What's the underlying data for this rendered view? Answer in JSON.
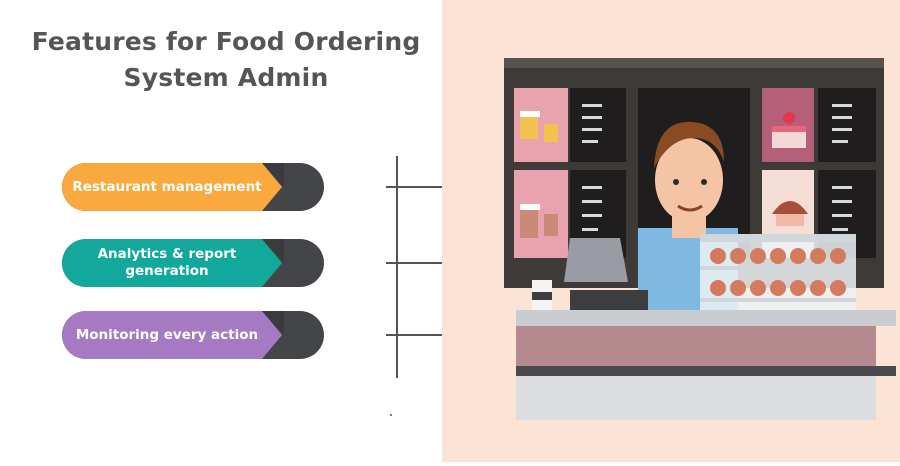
{
  "title": {
    "line1": "Features for Food Ordering",
    "line2": "System Admin"
  },
  "features": [
    {
      "label": "Restaurant management",
      "color": "#f9a93d"
    },
    {
      "label": "Analytics & report generation",
      "color": "#12a89b"
    },
    {
      "label": "Monitoring every action",
      "color": "#a57ac3"
    }
  ],
  "colors": {
    "pill_dark": "#444549",
    "timeline": "#555555",
    "illustration_background": "#fbe3d5"
  }
}
